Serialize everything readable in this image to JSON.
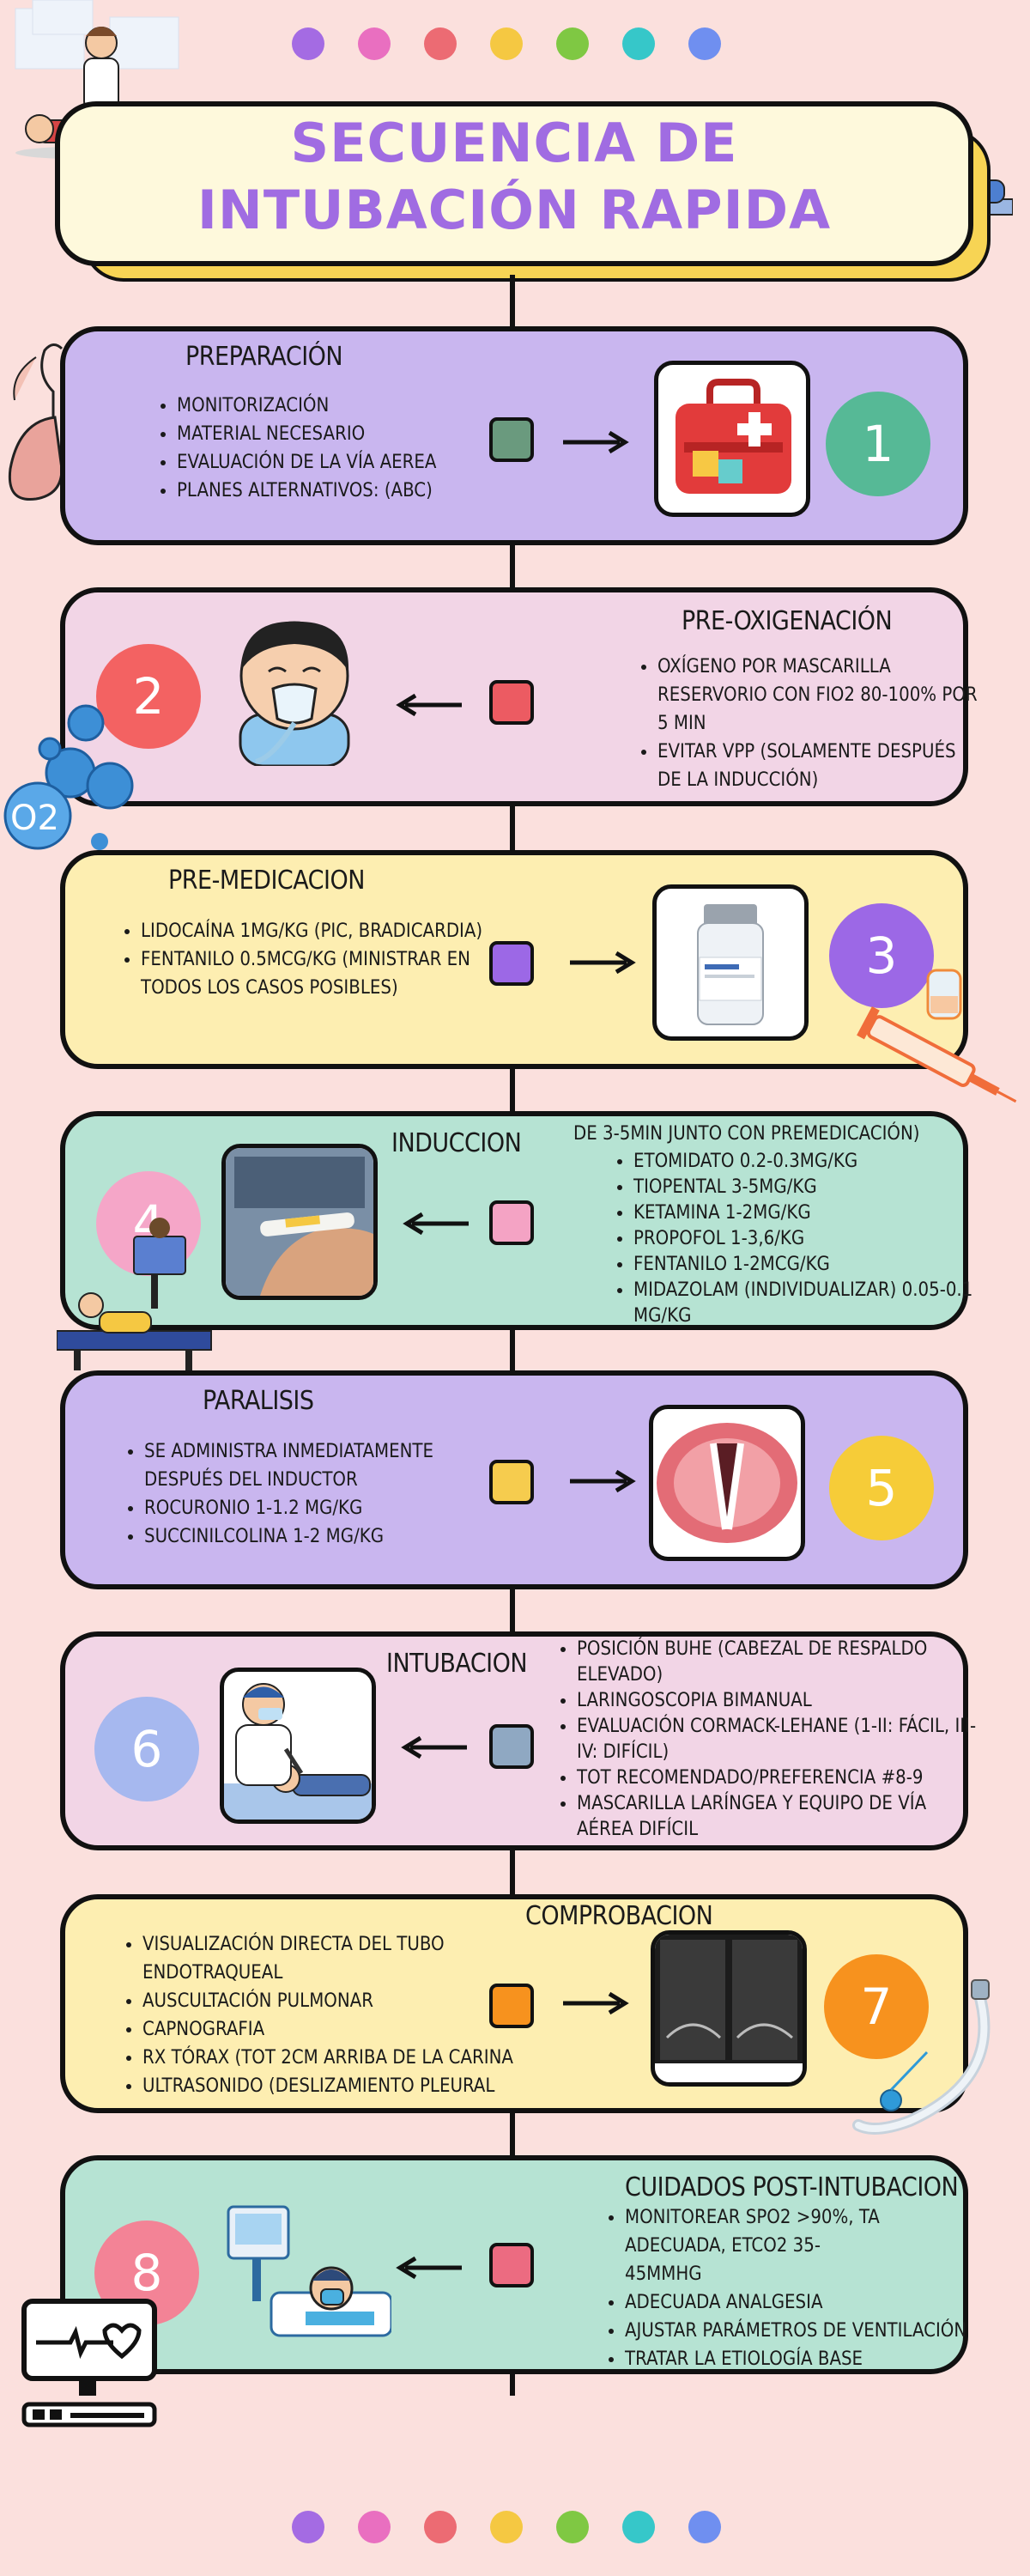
{
  "title": {
    "line1": "SECUENCIA DE",
    "line2": "INTUBACIÓN RAPIDA"
  },
  "dot_colors": [
    "#a46be3",
    "#e96fc0",
    "#ec6b73",
    "#f5c842",
    "#7fc843",
    "#36c7c9",
    "#6f8ff0"
  ],
  "steps": [
    {
      "number": "1",
      "heading": "PREPARACIÓN",
      "items": [
        "MONITORIZACIÓN",
        "MATERIAL NECESARIO",
        "EVALUACIÓN DE LA VÍA AEREA",
        "PLANES ALTERNATIVOS: (ABC)"
      ],
      "card_color": "#c9b6ef",
      "square_color": "#6a9a7e",
      "number_color": "#56b996",
      "image": "first-aid-kit-icon"
    },
    {
      "number": "2",
      "heading": "PRE-OXIGENACIÓN",
      "items": [
        "OXÍGENO POR MASCARILLA RESERVORIO CON FIO2 80-100% POR 5 MIN",
        "EVITAR VPP (SOLAMENTE DESPUÉS DE LA INDUCCIÓN)"
      ],
      "card_color": "#f2d5e6",
      "square_color": "#ec5b62",
      "number_color": "#f36262",
      "image": "oxygen-mask-patient-icon"
    },
    {
      "number": "3",
      "heading": "PRE-MEDICACION",
      "items": [
        "LIDOCAÍNA 1MG/KG (PIC, BRADICARDIA)",
        "FENTANILO 0.5MCG/KG (MINISTRAR EN TODOS LOS CASOS POSIBLES)"
      ],
      "card_color": "#fdeeb1",
      "square_color": "#9c68e6",
      "number_color": "#9c68e6",
      "image": "vial-icon"
    },
    {
      "number": "4",
      "heading": "INDUCCION",
      "intro": "DE 3-5MIN JUNTO CON PREMEDICACIÓN)",
      "items": [
        "ETOMIDATO 0.2-0.3MG/KG",
        "TIOPENTAL 3-5MG/KG",
        "KETAMINA 1-2MG/KG",
        "PROPOFOL 1-3,6/KG",
        "FENTANILO 1-2MCG/KG",
        "MIDAZOLAM (INDIVIDUALIZAR) 0.05-0.1 MG/KG"
      ],
      "card_color": "#b6e3d3",
      "square_color": "#f4a3c4",
      "number_color": "#f5a6c8",
      "image": "syringe-in-arm-icon"
    },
    {
      "number": "5",
      "heading": "PARALISIS",
      "items": [
        "SE ADMINISTRA INMEDIATAMENTE DESPUÉS DEL INDUCTOR",
        "ROCURONIO 1-1.2 MG/KG",
        "SUCCINILCOLINA 1-2 MG/KG"
      ],
      "card_color": "#c9b6ef",
      "square_color": "#f6cc4e",
      "number_color": "#f6cc38",
      "image": "vocal-cords-icon"
    },
    {
      "number": "6",
      "heading": "INTUBACION",
      "items": [
        "POSICIÓN BUHE (CABEZAL DE RESPALDO ELEVADO)",
        "LARINGOSCOPIA BIMANUAL",
        "EVALUACIÓN CORMACK-LEHANE (1-II: FÁCIL, III-IV: DIFÍCIL)",
        "TOT RECOMENDADO/PREFERENCIA #8-9",
        "MASCARILLA LARÍNGEA Y EQUIPO DE VÍA AÉREA DIFÍCIL"
      ],
      "card_color": "#f2d5e6",
      "square_color": "#8fa8c2",
      "number_color": "#a6b8ef",
      "image": "doctor-intubating-icon"
    },
    {
      "number": "7",
      "heading": "COMPROBACION",
      "items": [
        "VISUALIZACIÓN DIRECTA DEL TUBO ENDOTRAQUEAL",
        "AUSCULTACIÓN PULMONAR",
        "CAPNOGRAFIA",
        "RX TÓRAX (TOT 2CM ARRIBA DE LA CARINA",
        "ULTRASONIDO (DESLIZAMIENTO PLEURAL"
      ],
      "card_color": "#fdeeb1",
      "square_color": "#f7921e",
      "number_color": "#f7921e",
      "image": "ultrasound-image-icon"
    },
    {
      "number": "8",
      "heading": "CUIDADOS POST-INTUBACION",
      "items": [
        "MONITOREAR SPO2 >90%, TA ADECUADA, ETCO2 35-",
        "45MMHG",
        "ADECUADA ANALGESIA",
        "AJUSTAR PARÁMETROS DE VENTILACIÓN",
        "TRATAR LA ETIOLOGÍA BASE"
      ],
      "card_color": "#b6e3d3",
      "square_color": "#ec6b81",
      "number_color": "#f38396",
      "image": "ventilator-patient-icon"
    }
  ],
  "decor": {
    "o2_symbol": "O2"
  }
}
